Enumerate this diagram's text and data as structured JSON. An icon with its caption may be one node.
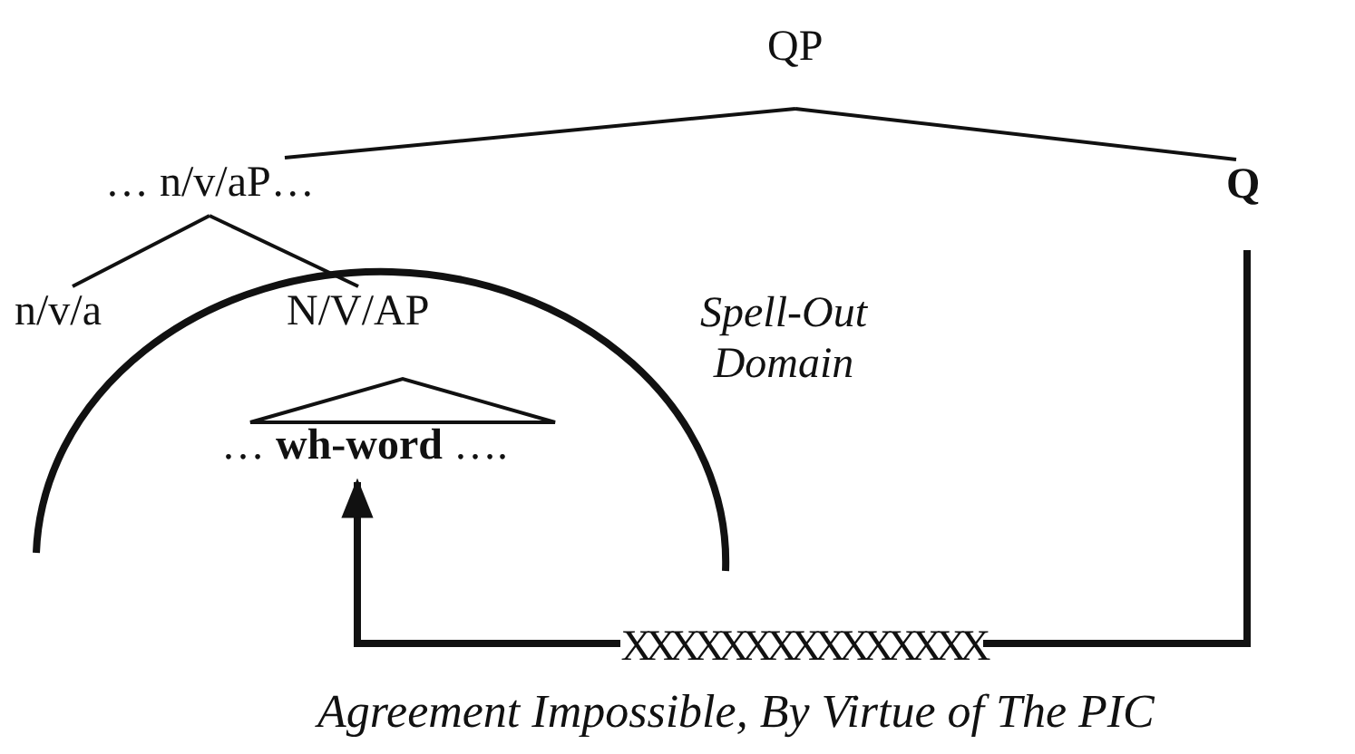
{
  "diagram": {
    "nodes": [
      {
        "text": [
          "QP"
        ]
      },
      {
        "text": [
          "… n/v/aP…"
        ]
      },
      {
        "text": [
          "Q"
        ]
      },
      {
        "text": [
          "n/v/a"
        ]
      },
      {
        "text": [
          "N/V/AP"
        ]
      },
      {
        "text": [
          "… **wh-word** …."
        ]
      }
    ],
    "edges": [
      {
        "from": 0,
        "to": 1,
        "arrow": "none"
      },
      {
        "from": 0,
        "to": 2,
        "arrow": "none"
      },
      {
        "from": 1,
        "to": 3,
        "arrow": "none"
      },
      {
        "from": 1,
        "to": 4,
        "arrow": "none"
      },
      {
        "from": 2,
        "to": 5,
        "arrow": "to",
        "label": "XXXXXXXXXXXXXXX",
        "style": "thick"
      }
    ],
    "labels": [
      "Spell-Out Domain",
      "Agreement Impossible, By Virtue of The PIC"
    ]
  }
}
